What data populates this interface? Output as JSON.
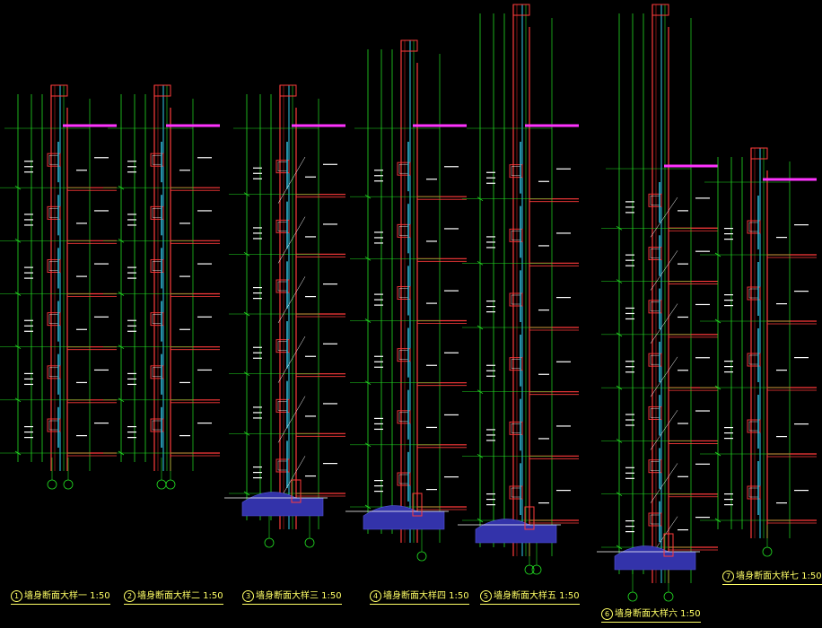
{
  "drawing": {
    "background": "#000000",
    "colors": {
      "outline": "#ff3b3b",
      "dimension": "#22dd22",
      "axis": "#cc2222",
      "glass": "#33ccee",
      "text": "#ffffff",
      "caption": "#ffff66",
      "roof": "#ff33ff",
      "ground": "#3333aa"
    },
    "scale": "1:50",
    "sections": [
      {
        "num": "1",
        "title": "墙身断面大样一",
        "scale": "1:50",
        "floors": 6,
        "has_ground": false
      },
      {
        "num": "2",
        "title": "墙身断面大样二",
        "scale": "1:50",
        "floors": 6,
        "has_ground": false
      },
      {
        "num": "3",
        "title": "墙身断面大样三",
        "scale": "1:50",
        "floors": 6,
        "has_ground": true
      },
      {
        "num": "4",
        "title": "墙身断面大样四",
        "scale": "1:50",
        "floors": 6,
        "has_ground": true
      },
      {
        "num": "5",
        "title": "墙身断面大样五",
        "scale": "1:50",
        "floors": 6,
        "has_ground": true
      },
      {
        "num": "6",
        "title": "墙身断面大样六",
        "scale": "1:50",
        "floors": 7,
        "has_ground": true
      },
      {
        "num": "7",
        "title": "墙身断面大样七",
        "scale": "1:50",
        "floors": 5,
        "has_ground": false
      }
    ]
  }
}
